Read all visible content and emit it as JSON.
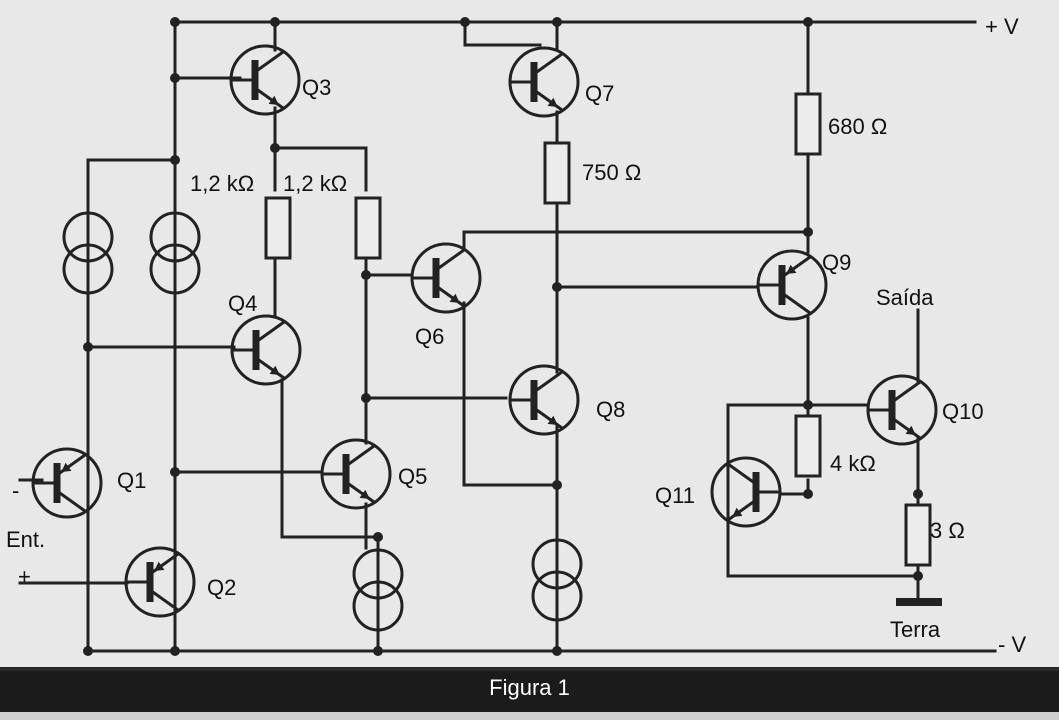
{
  "rails": {
    "positive": "+ V",
    "negative": "- V"
  },
  "transistors": [
    "Q1",
    "Q2",
    "Q3",
    "Q4",
    "Q5",
    "Q6",
    "Q7",
    "Q8",
    "Q9",
    "Q10",
    "Q11"
  ],
  "resistors": {
    "r_q4": "1,2 kΩ",
    "r_q5": "1,2 kΩ",
    "r_q7": "750 Ω",
    "r_q9": "680 Ω",
    "r_q10": "4 kΩ",
    "r_out": "3 Ω"
  },
  "terminals": {
    "input_label": "Ent.",
    "input_minus": "-",
    "input_plus": "+",
    "output_label": "Saída",
    "ground_label": "Terra"
  },
  "caption": "Figura 1",
  "colors": {
    "ink": "#222222",
    "paper": "#e8e8e8",
    "caption_bar": "#1b1b1b"
  }
}
